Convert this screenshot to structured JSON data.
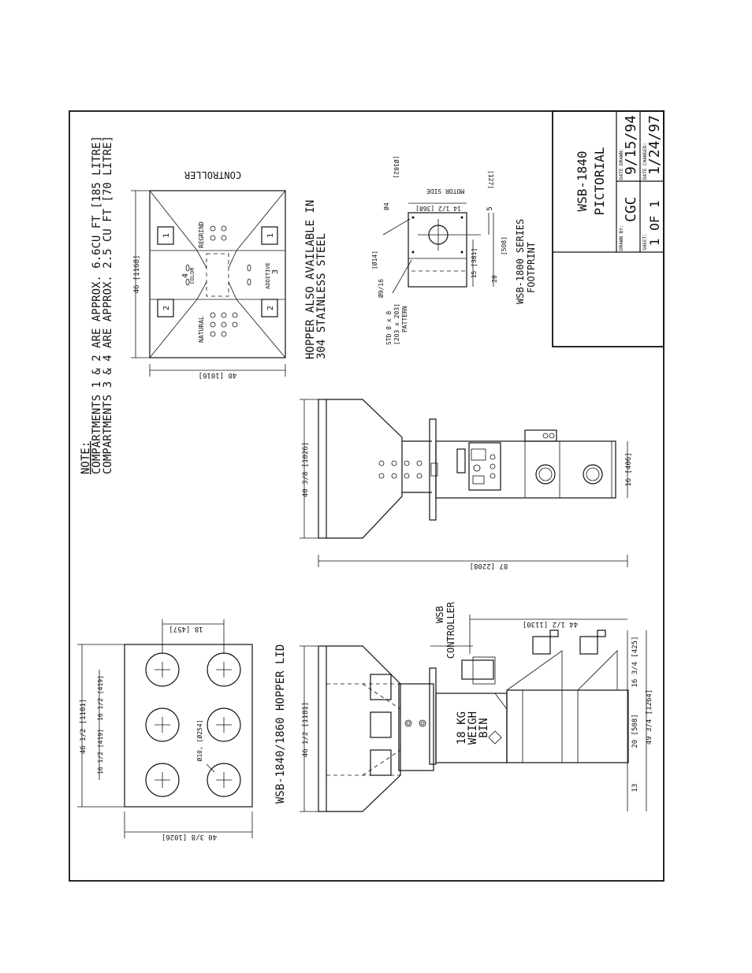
{
  "title_block": {
    "drawing_number": "WSB-1840",
    "drawing_title": "PICTORIAL",
    "drawn_by_label": "DRAWN BY:",
    "drawn_by": "CGC",
    "date_drawn_label": "DATE DRAWN:",
    "date_drawn": "9/15/94",
    "sheet_label": "SHEET:",
    "sheet": "1 OF 1",
    "date_changed_label": "DATE CHANGED:",
    "date_changed": "1/24/97"
  },
  "note": {
    "heading": "NOTE:",
    "line1": "COMPARTMENTS 1 & 2 ARE APPROX. 6.6CU FT [185 LITRE]",
    "line2": "COMPARTMENTS 3 & 4 ARE APPROX. 2.5 CU FT [70 LITRE]"
  },
  "hopper_top": {
    "controller": "CONTROLLER",
    "regrind": "REGRIND",
    "natural": "NATURAL",
    "color": "COLOR",
    "additive": "ADDITIVE",
    "comp_1": "1",
    "comp_2": "2",
    "comp_3": "3",
    "comp_4": "4",
    "dim_width": "46 [1168]",
    "dim_depth": "40 [1016]",
    "stainless_1": "HOPPER ALSO AVAILABLE IN",
    "stainless_2": "304 STAINLESS STEEL"
  },
  "footprint": {
    "motor_side": "MOTOR SIDE",
    "dim_102": "[Ø102]",
    "dim_127": "[127]",
    "dim_4": "Ø4",
    "dim_14": "14 1/2 [368]",
    "dim_5": "5",
    "dim_014": "[Ø14]",
    "dim_9_16": "Ø9/16",
    "dim_15": "15 [381]",
    "dim_20": "20",
    "dim_508": "[508]",
    "pattern_1": "STD 8 x 8",
    "pattern_2": "[203 x 203]",
    "pattern_3": "PATTERN",
    "caption_1": "WSB-1800 SERIES",
    "caption_2": "FOOTPRINT"
  },
  "side_view": {
    "dim_depth": "40 3/8 [1026]",
    "dim_height": "87 [2208]",
    "dim_16": "16 [406]"
  },
  "front_view": {
    "dim_top": "46 1/2 [1181]",
    "weigh_1": "18 KG",
    "weigh_2": "WEIGH",
    "weigh_3": "BIN",
    "controller_1": "WSB",
    "controller_2": "CONTROLLER",
    "dim_44": "44 1/2 [1130]",
    "dim_13": "13",
    "dim_20": "20 [508]",
    "dim_16": "16 3/4 [425]",
    "dim_49": "49 3/4 [1264]"
  },
  "lid": {
    "caption": "WSB-1840/1860 HOPPER LID",
    "dim_top": "46 1/2 [1181]",
    "dim_left": "16 1/2 [419]",
    "dim_right": "16 1/2 [419]",
    "dim_18": "18 [457]",
    "dim_hole": "Ø10, [Ø254]",
    "dim_depth": "40 3/8 [1026]"
  }
}
